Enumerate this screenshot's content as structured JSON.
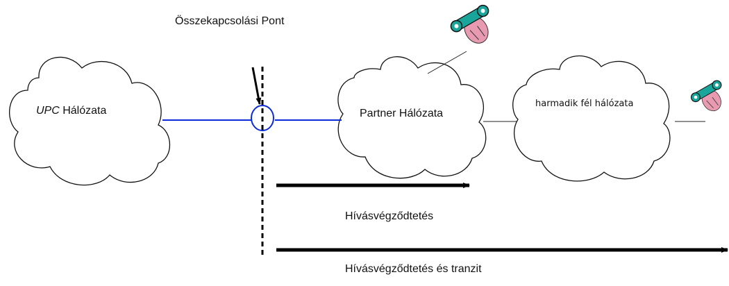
{
  "diagram": {
    "title": "Összekapcsolási Pont",
    "networks": {
      "upc": {
        "name_italic": "UPC",
        "name_rest": " Hálózata"
      },
      "partner": {
        "label": "Partner Hálózata"
      },
      "third_party": {
        "label": "harmadik fél hálózata"
      }
    },
    "flows": {
      "termination": "Hívásvégződtetés",
      "termination_and_transit": "Hívásvégződtetés és tranzit"
    },
    "icons": [
      "telephone-icon",
      "telephone-icon"
    ],
    "colors": {
      "link_blue": "#0b2ad8",
      "line_black": "#000000",
      "phone_teal": "#1aa59b",
      "phone_pink": "#e79ab0"
    }
  }
}
